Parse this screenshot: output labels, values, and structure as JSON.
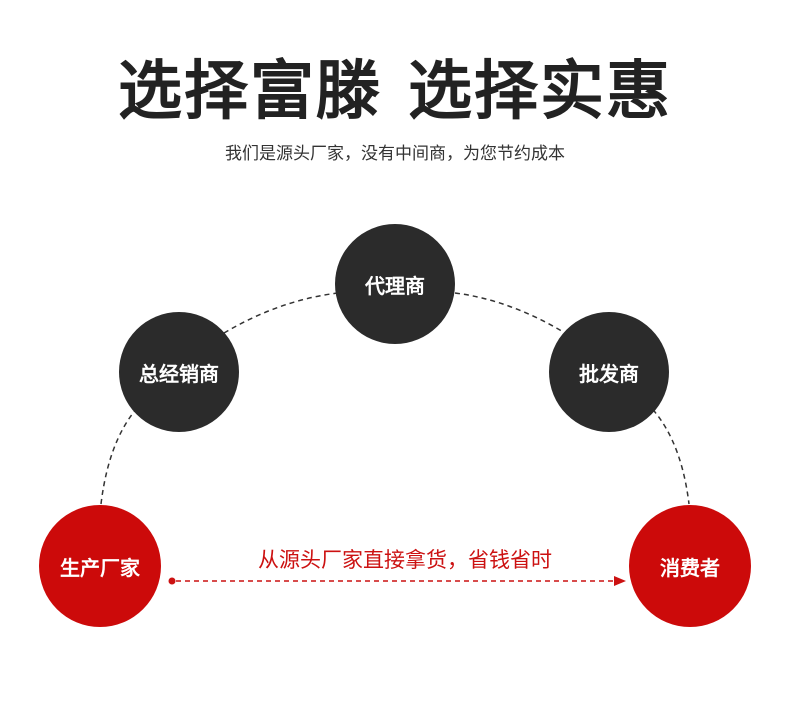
{
  "header": {
    "title_part1": "选择富滕",
    "title_part2": "选择实惠",
    "subtitle": "我们是源头厂家，没有中间商，为您节约成本"
  },
  "nodes": {
    "agent": "代理商",
    "general_distributor": "总经销商",
    "wholesaler": "批发商",
    "manufacturer": "生产厂家",
    "consumer": "消费者"
  },
  "direct_path": {
    "label": "从源头厂家直接拿货，省钱省时"
  },
  "colors": {
    "dark_node": "#2b2b2b",
    "red_node": "#cc0a0a",
    "arrow": "#cc1111",
    "text_dark": "#222222"
  }
}
